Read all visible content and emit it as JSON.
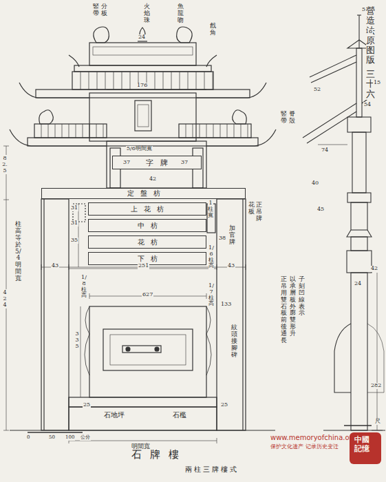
{
  "diagram": {
    "title": "石牌樓",
    "caption": "兩柱三牌樓式",
    "nodes": [
      {
        "text": [
          "字牌"
        ]
      },
      {
        "text": [
          "定盤枋"
        ]
      },
      {
        "text": [
          "上花枋"
        ]
      },
      {
        "text": [
          "中枋"
        ]
      },
      {
        "text": [
          "花枋"
        ]
      },
      {
        "text": [
          "下枋"
        ]
      }
    ],
    "labels": [
      "營造法原图版",
      "三十六",
      "竪帶",
      "分板",
      "火焰珠",
      "魚龍吻",
      "戧角",
      "24",
      "176",
      "5/6明間寬",
      "37",
      "42",
      "37",
      "82.5",
      "424",
      "柱高等於5/4明間寬",
      "1柱寬",
      "38",
      "31",
      "31",
      "35",
      "1/6柱高",
      "43",
      "251",
      "43",
      "1/8柱高",
      "1/7柱高",
      "627",
      "133",
      "335",
      "紋頭接腳碑",
      "25",
      "25",
      "石地坪",
      "石檻",
      "明間寬",
      "0",
      "50",
      "100",
      "公分",
      "www.memoryofchina.org",
      "保护文化遗产 记录历史变迁",
      "中國記憶",
      "竪帶",
      "脊殼",
      "5",
      "16",
      "52",
      "54",
      "15",
      "74",
      "40",
      "45",
      "42",
      "24",
      "282",
      "子刻凹線表示",
      "以承層板外廓雙形升",
      "正吊用雙石板前後通長",
      "花板",
      "正吊牌",
      "加官牌",
      "尺"
    ]
  }
}
